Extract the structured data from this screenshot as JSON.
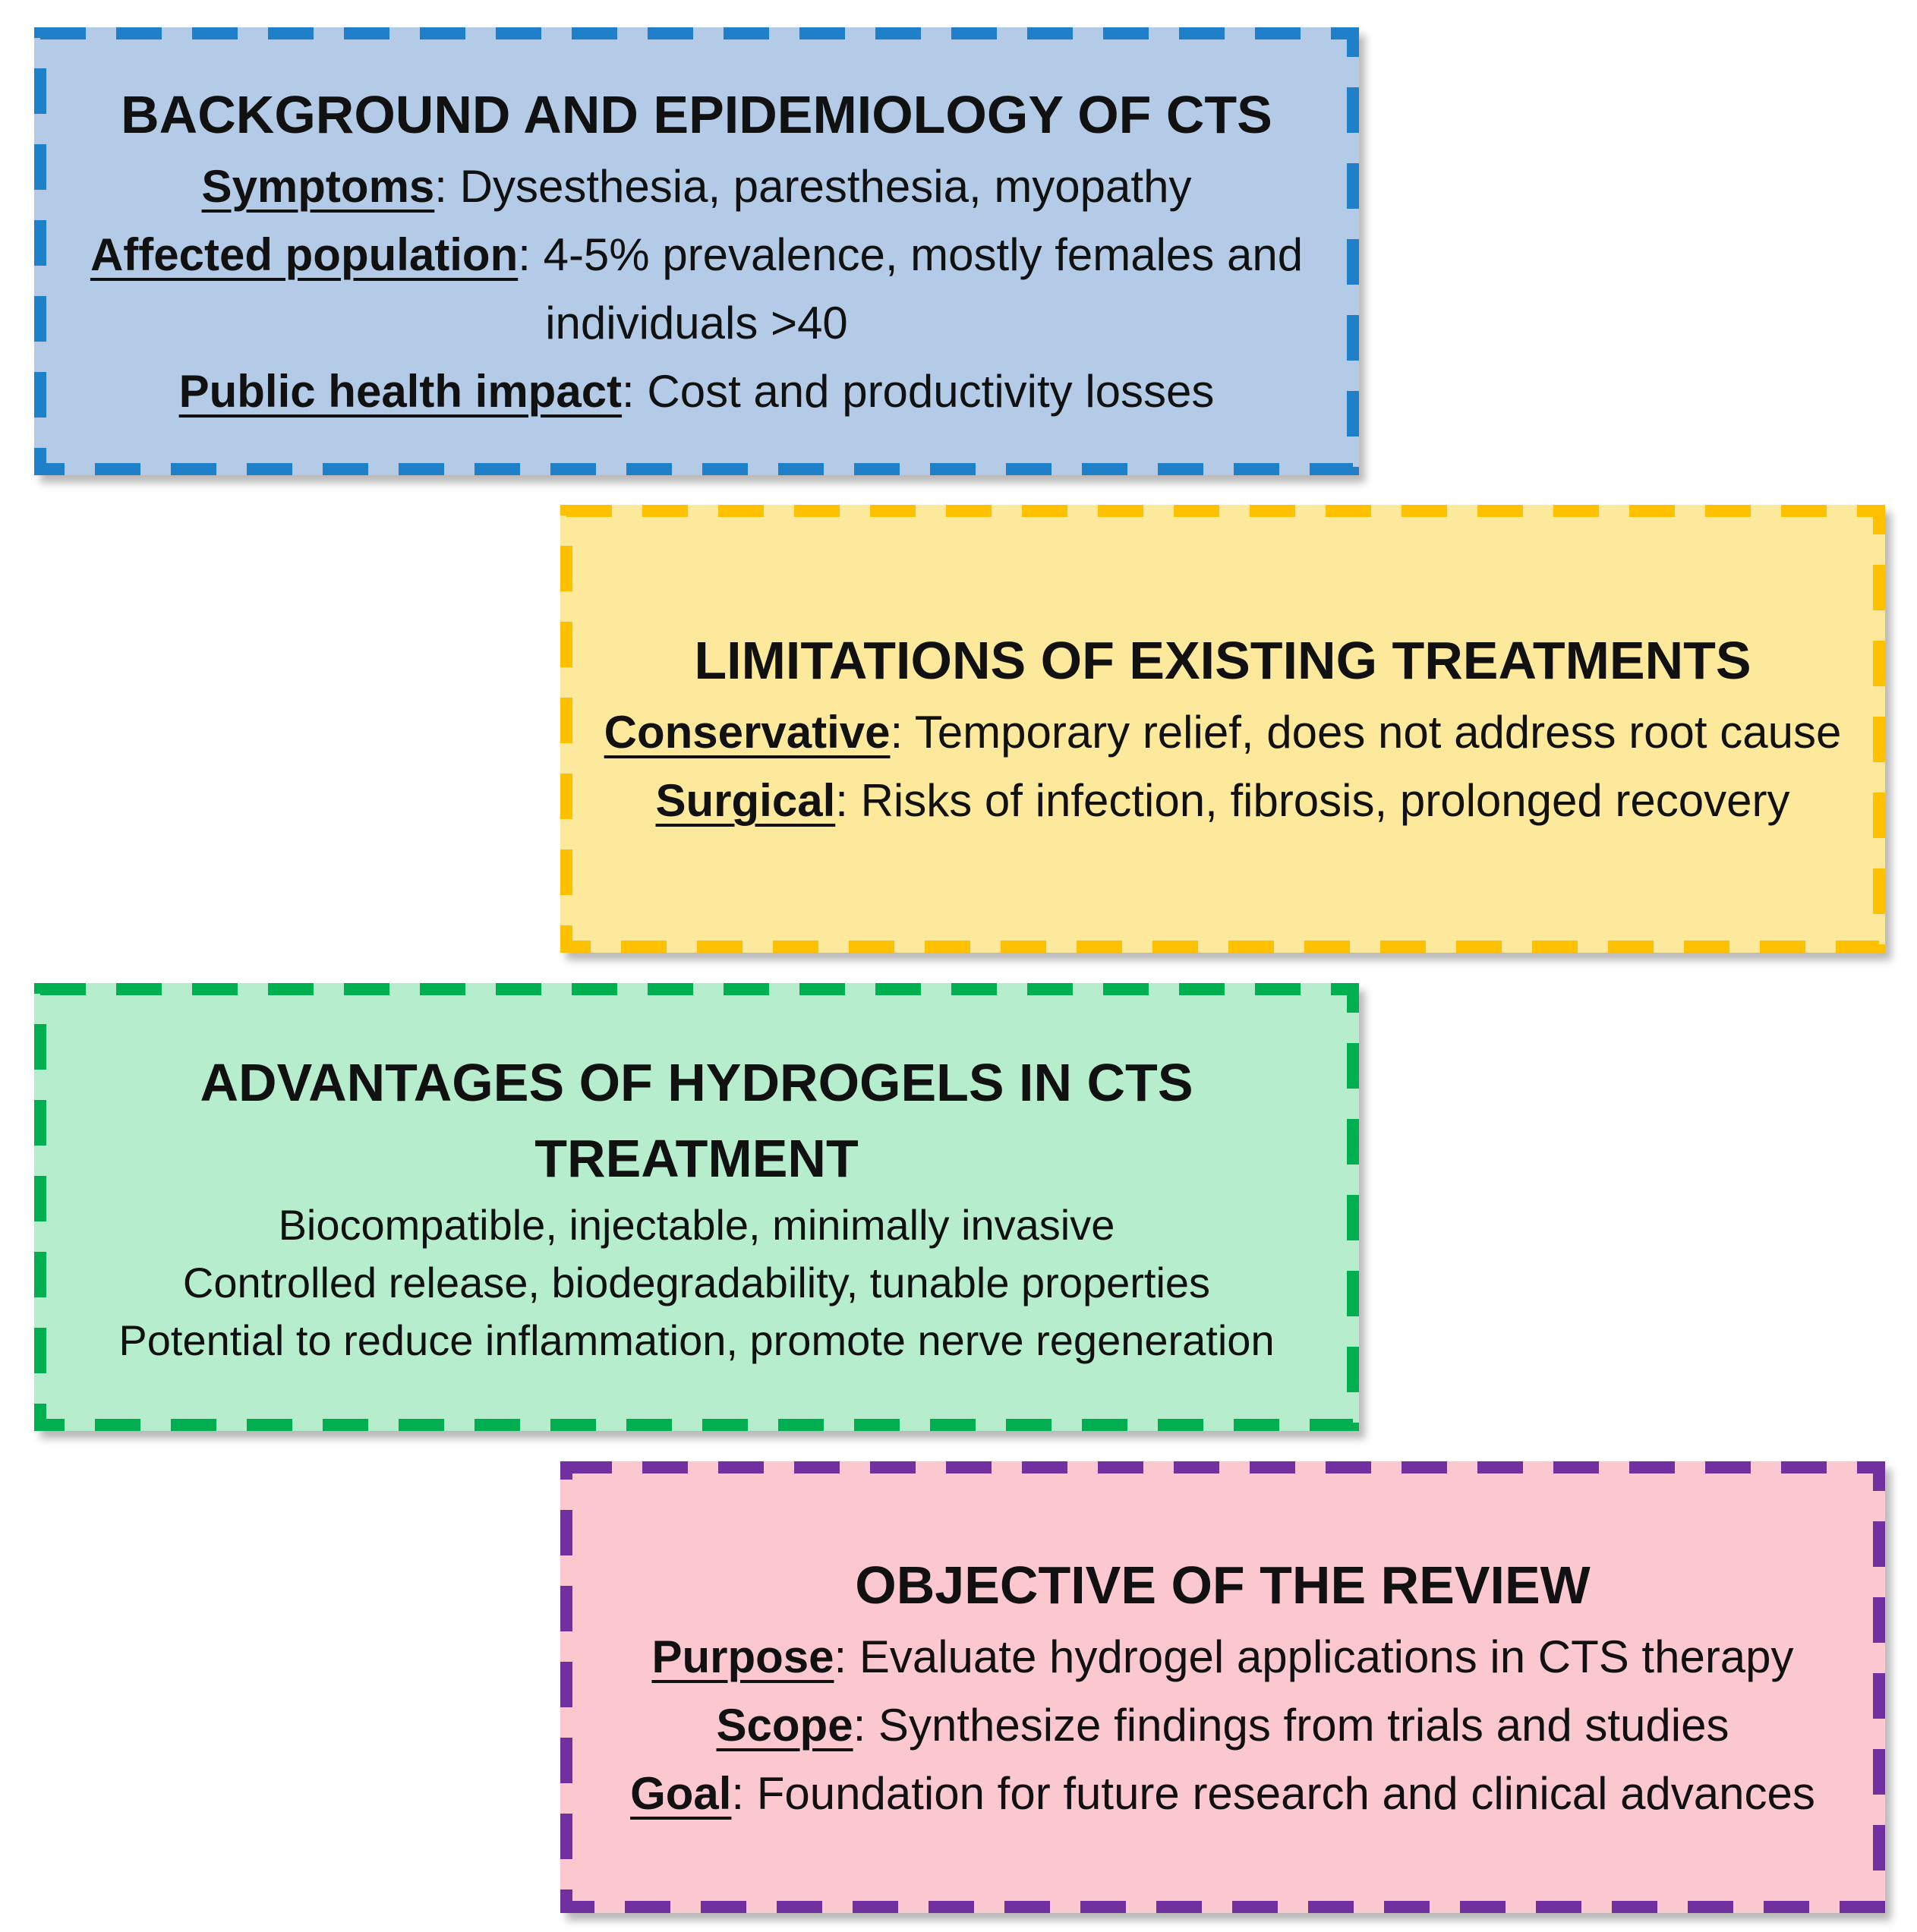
{
  "colors": {
    "background_fill": "#b3cbe6",
    "background_border": "#1f7fc8",
    "limitations_fill": "#fde99b",
    "limitations_border": "#ffc000",
    "hydrogels_fill": "#b5edcd",
    "hydrogels_border": "#00b050",
    "objective_fill": "#fcc8cf",
    "objective_border": "#7030a0"
  },
  "background": {
    "title": "BACKGROUND AND EPIDEMIOLOGY OF CTS",
    "items": [
      {
        "key": "Symptoms",
        "text": ": Dysesthesia, paresthesia, myopathy"
      },
      {
        "key": "Affected population",
        "text": ": 4-5% prevalence, mostly females and individuals >40"
      },
      {
        "key": "Public health impact",
        "text": ": Cost and productivity losses"
      }
    ]
  },
  "limitations": {
    "title": "LIMITATIONS OF EXISTING TREATMENTS",
    "items": [
      {
        "key": "Conservative",
        "text": ": Temporary relief, does not address root cause"
      },
      {
        "key": "Surgical",
        "text": ": Risks of infection, fibrosis, prolonged recovery"
      }
    ]
  },
  "hydrogels": {
    "title": "ADVANTAGES OF HYDROGELS IN CTS TREATMENT",
    "lines": [
      "Biocompatible, injectable, minimally invasive",
      "Controlled release, biodegradability, tunable properties",
      "Potential to reduce inflammation, promote nerve regeneration"
    ]
  },
  "objective": {
    "title": "OBJECTIVE OF THE REVIEW",
    "items": [
      {
        "key": "Purpose",
        "text": ": Evaluate hydrogel applications in CTS therapy"
      },
      {
        "key": "Scope",
        "text": ": Synthesize findings from trials and studies"
      },
      {
        "key": "Goal",
        "text": ": Foundation for future research and clinical advances"
      }
    ]
  }
}
